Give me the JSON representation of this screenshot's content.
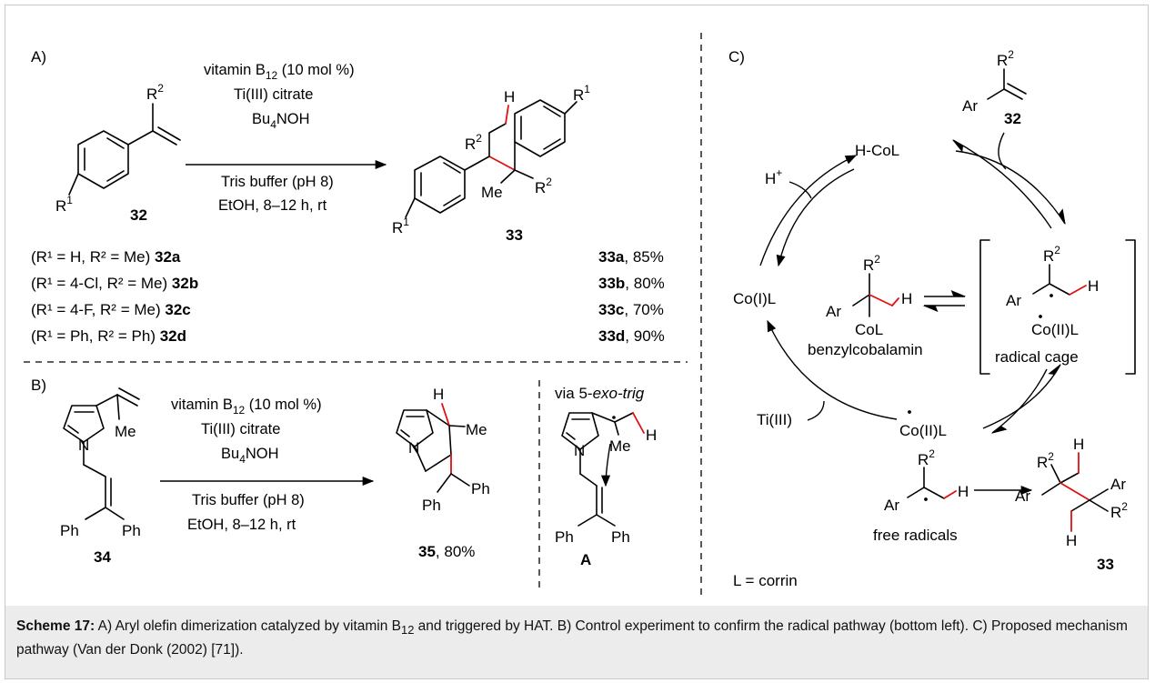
{
  "panels": {
    "A": "A)",
    "B": "B)",
    "C": "C)"
  },
  "reactionA": {
    "conditions": [
      "vitamin B",
      "12",
      " (10 mol %)",
      "Ti(III) citrate",
      "Bu",
      "4",
      "NOH",
      "Tris buffer (pH 8)",
      "EtOH, 8–12 h, rt"
    ],
    "substrate_label": "32",
    "product_label": "33",
    "substituents": [
      "R",
      "1",
      "R",
      "2",
      "Me",
      "H"
    ],
    "rows": [
      {
        "sub": "(R¹ = H, R² = Me) ",
        "sub_id": "32a",
        "prod_id": "33a",
        "yield": ", 85%"
      },
      {
        "sub": "(R¹ = 4-Cl, R² = Me) ",
        "sub_id": "32b",
        "prod_id": "33b",
        "yield": ", 80%"
      },
      {
        "sub": "(R¹ = 4-F, R² = Me) ",
        "sub_id": "32c",
        "prod_id": "33c",
        "yield": ", 70%"
      },
      {
        "sub": "(R¹ = Ph, R² = Ph) ",
        "sub_id": "32d",
        "prod_id": "33d",
        "yield": ", 90%"
      }
    ]
  },
  "reactionB": {
    "substrate_label": "34",
    "product_label": "35",
    "product_yield": ", 80%",
    "intermediate_note_prefix": "via 5-",
    "intermediate_note_italic": "exo-trig",
    "intermediate_label": "A",
    "atoms": [
      "N",
      "Me",
      "Ph",
      "Ph",
      "H",
      "Ph",
      "Ph",
      "Me"
    ]
  },
  "mechanism": {
    "hcol": "H-CoL",
    "hplus": "H",
    "hplus_charge": "+",
    "col": "Co(I)L",
    "co2l": "Co(II)L",
    "ti3": "Ti(III)",
    "benzyl": "benzylcobalamin",
    "cage": "radical cage",
    "free": "free radicals",
    "corrin": "L = corrin",
    "ar": "Ar",
    "r2": "R",
    "two": "2",
    "col2": "CoL",
    "sub32": "32",
    "prod33": "33"
  },
  "caption": {
    "title": "Scheme 17:",
    "text_1": " A) Aryl olefin dimerization catalyzed by vitamin B",
    "sub_12": "12",
    "text_2": " and triggered by HAT. B) Control experiment to confirm the radical pathway (bottom left). C) Proposed mechanism pathway (Van der Donk (2002) [71])."
  }
}
